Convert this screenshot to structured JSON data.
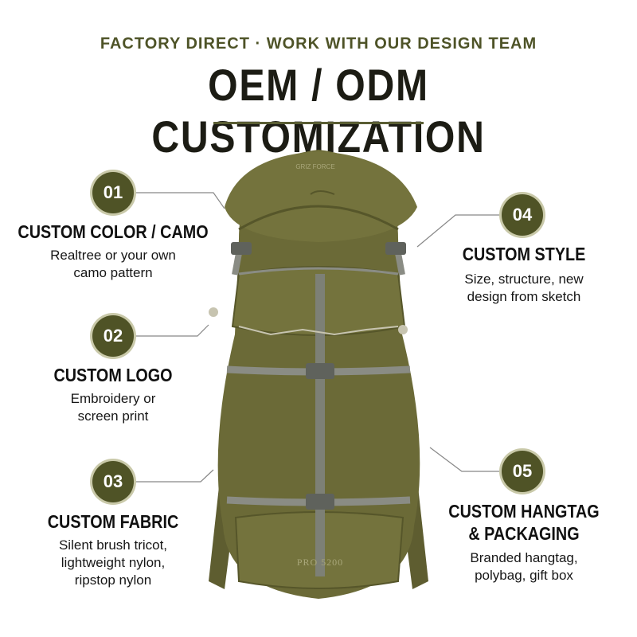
{
  "header": {
    "eyebrow": "FACTORY DIRECT · WORK WITH OUR DESIGN TEAM",
    "title": "OEM / ODM CUSTOMIZATION"
  },
  "features": [
    {
      "number": "01",
      "title": "CUSTOM COLOR / CAMO",
      "description": "Realtree or your own\ncamo pattern"
    },
    {
      "number": "02",
      "title": "CUSTOM LOGO",
      "description": "Embroidery or\nscreen print"
    },
    {
      "number": "03",
      "title": "CUSTOM FABRIC",
      "description": "Silent brush tricot,\nlightweight nylon,\nripstop nylon"
    },
    {
      "number": "04",
      "title": "CUSTOM STYLE",
      "description": "Size, structure, new\ndesign from sketch"
    },
    {
      "number": "05",
      "title": "CUSTOM HANGTAG\n& PACKAGING",
      "description": "Branded hangtag,\npolybag, gift box"
    }
  ],
  "product": {
    "brand_mark": "GRIZ FORCE",
    "model_label": "PRO 5200"
  },
  "colors": {
    "accent": "#4f5326",
    "pack_body": "#6b6a37",
    "pack_shadow": "#565628",
    "webbing": "#8a8c84"
  }
}
